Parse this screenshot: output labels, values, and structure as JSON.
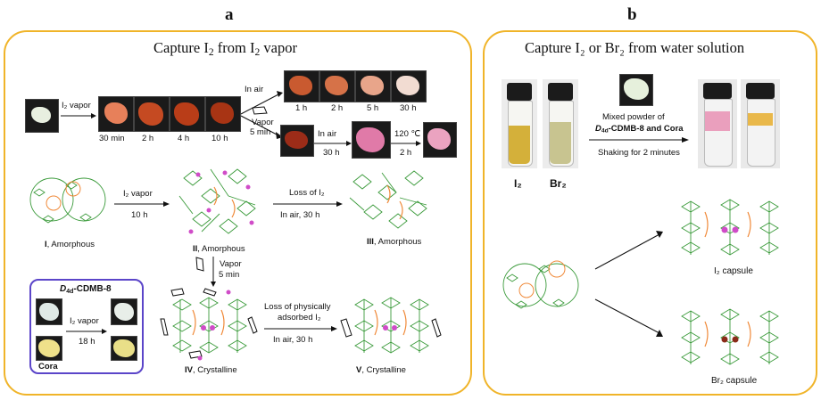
{
  "panel_a": {
    "letter": "a",
    "title_main": "Capture I",
    "title_sub1": "2",
    "title_mid": " from I",
    "title_sub2": "2",
    "title_end": " vapor",
    "top_row": {
      "arrow_label": "I₂ vapor",
      "times": [
        "30 min",
        "2 h",
        "4 h",
        "10 h"
      ],
      "in_air_label": "In air",
      "in_air_times": [
        "1 h",
        "2 h",
        "5 h",
        "30 h"
      ],
      "vapor_label": "Vapor",
      "vapor_time": "5 min",
      "in_air2_label": "In air",
      "in_air2_time": "30 h",
      "heat_label": "120 ℃",
      "heat_time": "2 h"
    },
    "middle_row": {
      "state1": "I , Amorphous",
      "state1_num": "I",
      "state1_text": ", Amorphous",
      "arrow1_label": "I₂ vapor",
      "arrow1_time": "10 h",
      "state2_num": "II",
      "state2_text": ", Amorphous",
      "arrow2_label": "Loss of I₂",
      "arrow2_time": "In air, 30 h",
      "state3_num": "III",
      "state3_text": ", Amorphous",
      "vapor_label": "Vapor",
      "vapor_time": "5 min"
    },
    "bottom_row": {
      "box_title_italic": "D",
      "box_title_sub": "4d",
      "box_title_rest": "-CDMB-8",
      "box_arrow_label": "I₂ vapor",
      "box_arrow_time": "18 h",
      "box_cora": "Cora",
      "state4_num": "IV",
      "state4_text": ", Crystalline",
      "arrow_line1": "Loss of physically",
      "arrow_line2": "adsorbed I₂",
      "arrow_time": "In air, 30 h",
      "state5_num": "V",
      "state5_text": ", Crystalline"
    }
  },
  "panel_b": {
    "letter": "b",
    "title": "Capture I₂ or Br₂ from water solution",
    "vial_labels": [
      "I₂",
      "Br₂"
    ],
    "arrow_line1": "Mixed powder of",
    "arrow_line2_italic": "D",
    "arrow_line2_sub": "4d",
    "arrow_line2_rest": "-CDMB-8 and ",
    "arrow_line2_bold": "Cora",
    "arrow_line3": "Shaking for 2 minutes",
    "capsule1": "I₂ capsule",
    "capsule2": "Br₂ capsule"
  },
  "colors": {
    "panel_border": "#f0b429",
    "box_border": "#5b45c9",
    "molecule_green": "#3a9a3a",
    "molecule_orange": "#f08a3a",
    "iodine_pink": "#d04cc8",
    "bromine_brown": "#8b2b1a"
  }
}
